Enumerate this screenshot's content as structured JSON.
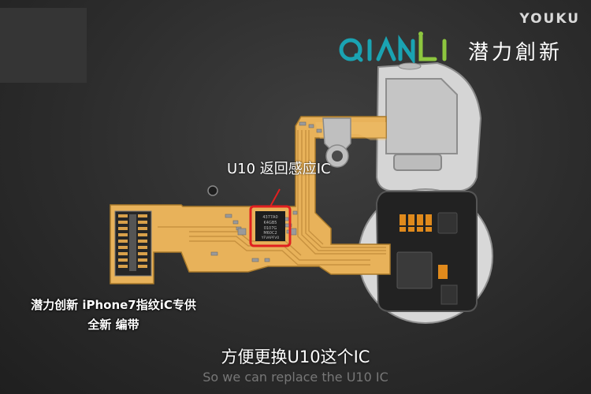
{
  "watermark": {
    "text": "YOUKU"
  },
  "brand": {
    "latin": "QIANLI",
    "cn": "潜力創新"
  },
  "diagram": {
    "callout": "U10 返回感应IC",
    "chip_text": [
      "4377A0",
      "K4GB5",
      "0107G",
      "M60C2",
      "YFVAPFV0"
    ]
  },
  "promo": {
    "line1": "潜力创新 iPhone7指纹iC专供",
    "line2": "全新 编带"
  },
  "subtitle": {
    "cn": "方便更换U10这个IC",
    "en": "So we can replace the U10 IC"
  },
  "colors": {
    "flex": "#e8b25a",
    "trace": "#c7913f",
    "board": "#222222",
    "highlight": "#e02020",
    "brand_teal": "#1aa3b2",
    "brand_green": "#8dc63f"
  }
}
